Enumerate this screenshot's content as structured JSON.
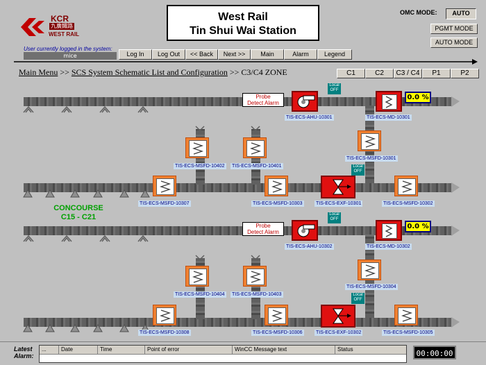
{
  "logo": {
    "brand": "KCR",
    "chinese": "九廣鐵路",
    "line": "WEST RAIL"
  },
  "title": {
    "line1": "West Rail",
    "line2": "Tin Shui Wai Station"
  },
  "omc": {
    "label": "OMC MODE:",
    "mode": "AUTO",
    "pgmt": "PGMT MODE",
    "auto": "AUTO MODE"
  },
  "user": {
    "label": "User currently logged in the system:",
    "name": "mice"
  },
  "nav": [
    "Log In",
    "Log Out",
    "<< Back",
    "Next >>",
    "Main",
    "Alarm",
    "Legend"
  ],
  "breadcrumb": {
    "main": "Main Menu",
    "sep1": " >> ",
    "scs": "SCS System Schematic List and Configuration",
    "sep2": " >> ",
    "zone": "C3/C4 ZONE"
  },
  "zones": [
    "C1",
    "C2",
    "C3 / C4",
    "P1",
    "P2"
  ],
  "concourse": {
    "line1": "CONCOURSE",
    "line2": "C15 - C21"
  },
  "probe_alarm": {
    "line1": "Probe",
    "line2": "Detect Alarm"
  },
  "local_off": {
    "line1": "Local",
    "line2": "OFF"
  },
  "equipment": {
    "ahu1": "TIS-ECS-AHU-10301",
    "md1": "TIS-ECS-MD-10301",
    "md1_pct": "0.0  %",
    "msfd10402": "TIS-ECS-MSFD-10402",
    "msfd10401": "TIS-ECS-MSFD-10401",
    "msfd10301": "TIS-ECS-MSFD-10301",
    "msfd10307": "TIS-ECS-MSFD-10307",
    "msfd10303": "TIS-ECS-MSFD-10303",
    "exf10301": "TIS-ECS-EXF-10301",
    "msfd10302": "TIS-ECS-MSFD-10302",
    "ahu2": "TIS-ECS-AHU-10302",
    "md2": "TIS-ECS-MD-10302",
    "md2_pct": "0.0  %",
    "msfd10404": "TIS-ECS-MSFD-10404",
    "msfd10403": "TIS-ECS-MSFD-10403",
    "msfd10304": "TIS-ECS-MSFD-10304",
    "msfd10308": "TIS-ECS-MSFD-10308",
    "msfd10306": "TIS-ECS-MSFD-10306",
    "exf10302": "TIS-ECS-EXF-10302",
    "msfd10305": "TIS-ECS-MSFD-10305"
  },
  "alarm_bar": {
    "label1": "Latest",
    "label2": "Alarm:",
    "columns": [
      "...",
      "Date",
      "Time",
      "Point of error",
      "WinCC Message text",
      "Status"
    ],
    "clock": "00:00:00"
  },
  "colors": {
    "pipe": "#606060",
    "damper": "#f08030",
    "fan": "#e01010",
    "concourse": "#00a000"
  }
}
